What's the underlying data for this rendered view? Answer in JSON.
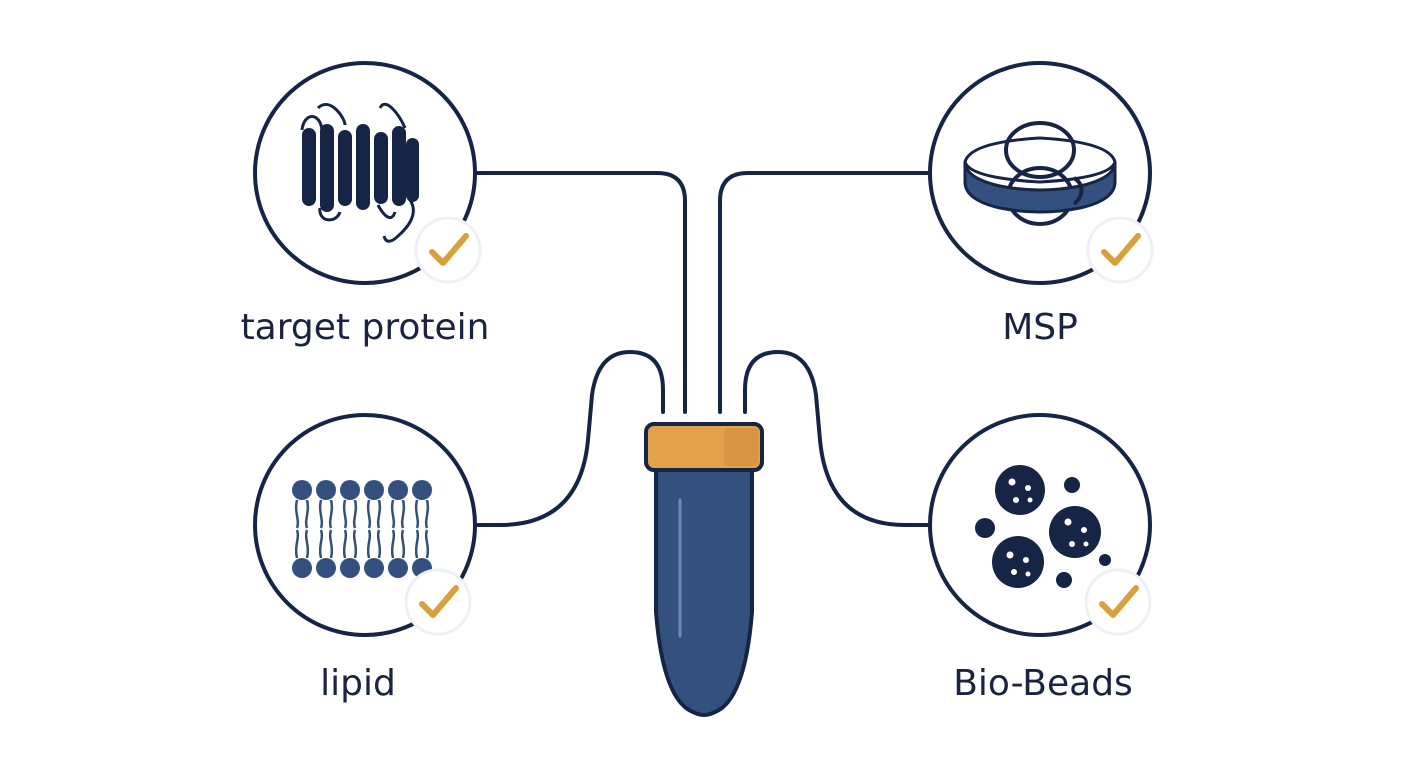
{
  "colors": {
    "ink": "#162446",
    "tube": "#34507e",
    "cap": "#e2a24a",
    "check": "#d9a03e",
    "background": "#ffffff"
  },
  "components": [
    {
      "id": "target-protein",
      "label": "target protein",
      "icon": "protein-helices-icon",
      "checked": true
    },
    {
      "id": "msp",
      "label": "MSP",
      "icon": "msp-belt-ring-icon",
      "checked": true
    },
    {
      "id": "lipid",
      "label": "lipid",
      "icon": "lipid-bilayer-icon",
      "checked": true
    },
    {
      "id": "bio-beads",
      "label": "Bio-Beads",
      "icon": "bio-beads-icon",
      "checked": true
    }
  ],
  "center": {
    "icon": "microcentrifuge-tube-icon"
  }
}
